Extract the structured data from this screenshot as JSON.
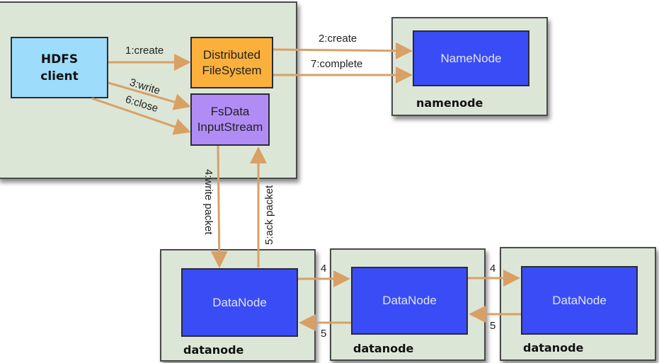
{
  "diagram": {
    "client_container": {
      "client": "HDFS\nclient",
      "client_line1": "HDFS",
      "client_line2": "client",
      "dfs_line1": "Distributed",
      "dfs_line2": "FileSystem",
      "fsdata_line1": "FsData",
      "fsdata_line2": "InputStream"
    },
    "namenode_container": {
      "node": "NameNode",
      "caption": "namenode"
    },
    "datanodes": [
      {
        "node": "DataNode",
        "caption": "datanode"
      },
      {
        "node": "DataNode",
        "caption": "datanode"
      },
      {
        "node": "DataNode",
        "caption": "datanode"
      }
    ],
    "edges": [
      {
        "label": "1:create",
        "from": "HDFS client",
        "to": "DistributedFileSystem"
      },
      {
        "label": "2:create",
        "from": "DistributedFileSystem",
        "to": "NameNode"
      },
      {
        "label": "3:write",
        "from": "HDFS client",
        "to": "FsDataInputStream"
      },
      {
        "label": "4:write packet",
        "from": "FsDataInputStream",
        "to": "DataNode 1"
      },
      {
        "label": "5:ack packet",
        "from": "DataNode 1",
        "to": "FsDataInputStream"
      },
      {
        "label": "6:close",
        "from": "HDFS client",
        "to": "FsDataInputStream"
      },
      {
        "label": "7:complete",
        "from": "DistributedFileSystem",
        "to": "NameNode"
      },
      {
        "label": "4",
        "from": "DataNode 1",
        "to": "DataNode 2"
      },
      {
        "label": "5",
        "from": "DataNode 2",
        "to": "DataNode 1"
      },
      {
        "label": "4",
        "from": "DataNode 2",
        "to": "DataNode 3"
      },
      {
        "label": "5",
        "from": "DataNode 3",
        "to": "DataNode 2"
      }
    ],
    "colors": {
      "container_bg": "#dce6d6",
      "client": "#9ddcfb",
      "dfs": "#fbb03b",
      "fsdata": "#b18cf5",
      "node": "#3a4cf5",
      "arrow": "#d9a066"
    }
  }
}
